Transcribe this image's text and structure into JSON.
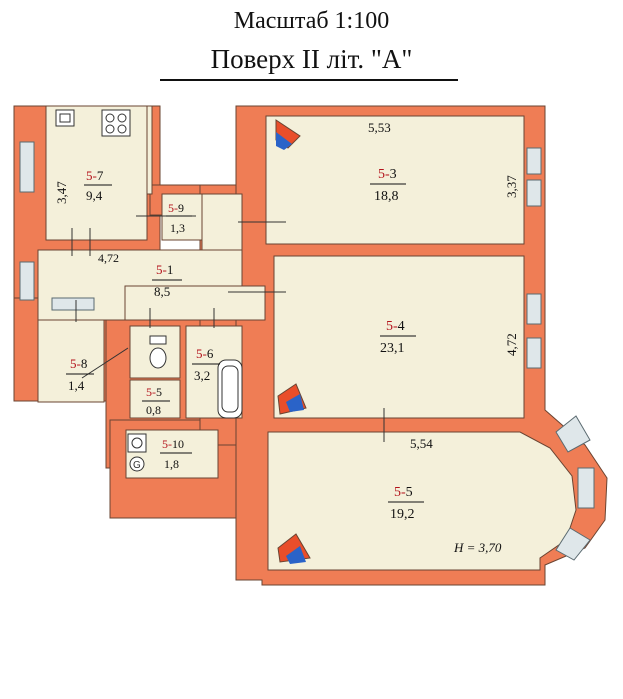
{
  "header": {
    "scale": "Масштаб 1:100",
    "floor": "Поверх  II  літ.  \"А\""
  },
  "colors": {
    "wall": "#ef7d55",
    "floor": "#f4f0da",
    "outline": "#6a4432",
    "room_prefix": "#b3121b",
    "window": "#dfe7ea",
    "door_marker_red": "#e94e2a",
    "door_marker_blue": "#2a63c8"
  },
  "rooms": [
    {
      "key": "r57",
      "prefix": "5-",
      "num": "7",
      "area": "9,4"
    },
    {
      "key": "r59",
      "prefix": "5-",
      "num": "9",
      "area": "1,3"
    },
    {
      "key": "r53",
      "prefix": "5-",
      "num": "3",
      "area": "18,8"
    },
    {
      "key": "r51",
      "prefix": "5-",
      "num": "1",
      "area": "8,5"
    },
    {
      "key": "r54",
      "prefix": "5-",
      "num": "4",
      "area": "23,1"
    },
    {
      "key": "r58",
      "prefix": "5-",
      "num": "8",
      "area": "1,4"
    },
    {
      "key": "r56",
      "prefix": "5-",
      "num": "6",
      "area": "3,2"
    },
    {
      "key": "r55s",
      "prefix": "5-",
      "num": "5",
      "area": "0,8"
    },
    {
      "key": "r510",
      "prefix": "5-",
      "num": "10",
      "area": "1,8"
    },
    {
      "key": "r55",
      "prefix": "5-",
      "num": "5",
      "area": "19,2"
    }
  ],
  "dimensions": {
    "d553": "5,53",
    "d337": "3,37",
    "d347": "3,47",
    "d472a": "4,72",
    "d472b": "4,72",
    "d554": "5,54"
  },
  "height_note": "H = 3,70"
}
